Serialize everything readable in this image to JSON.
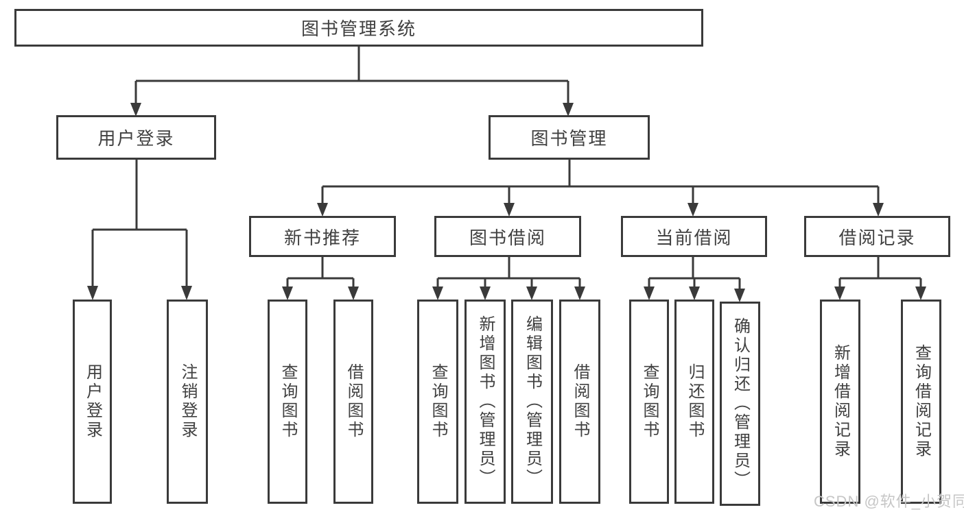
{
  "diagram": {
    "root": {
      "label": "图书管理系统"
    },
    "level2": [
      {
        "label": "用户登录"
      },
      {
        "label": "图书管理"
      }
    ],
    "level3": [
      {
        "label": "新书推荐"
      },
      {
        "label": "图书借阅"
      },
      {
        "label": "当前借阅"
      },
      {
        "label": "借阅记录"
      }
    ],
    "leaves": {
      "user_login": [
        {
          "label": "用户登录"
        },
        {
          "label": "注销登录"
        }
      ],
      "new_book_recommend": [
        {
          "label": "查询图书"
        },
        {
          "label": "借阅图书"
        }
      ],
      "book_borrow": [
        {
          "label": "查询图书"
        },
        {
          "label": "新增图书（管理员）"
        },
        {
          "label": "编辑图书（管理员）"
        },
        {
          "label": "借阅图书"
        }
      ],
      "current_borrow": [
        {
          "label": "查询图书"
        },
        {
          "label": "归还图书"
        },
        {
          "label": "确认归还（管理员）"
        }
      ],
      "borrow_records": [
        {
          "label": "新增借阅记录"
        },
        {
          "label": "查询借阅记录"
        }
      ]
    }
  },
  "watermark": {
    "text": "CSDN @软件_小贺同学"
  },
  "colors": {
    "line": "#3a3a3a",
    "text": "#404040",
    "watermark": "#c6c6c6",
    "background": "#ffffff"
  }
}
